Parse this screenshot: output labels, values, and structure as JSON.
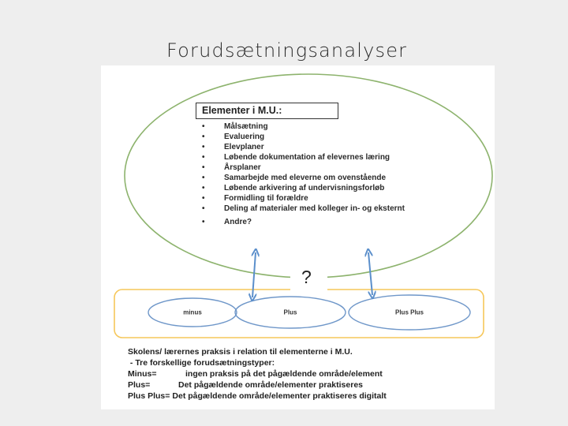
{
  "slide": {
    "title": "Forudsætningsanalyser"
  },
  "diagram": {
    "header": "Elementer i M.U.:",
    "elements": [
      "Målsætning",
      "Evaluering",
      "Elevplaner",
      "Løbende dokumentation af elevernes læring",
      "Årsplaner",
      "Samarbejde med eleverne om ovenstående",
      "Løbende arkivering af undervisningsforløb",
      "Formidling til forældre",
      "Deling af materialer med kolleger in- og eksternt",
      "Andre?"
    ],
    "bullet": "•",
    "question_mark": "?",
    "ovals": [
      {
        "label": "minus"
      },
      {
        "label": "Plus"
      },
      {
        "label": "Plus Plus"
      }
    ],
    "colors": {
      "big_ellipse": "#8db36d",
      "box": "#f6c75a",
      "ovals": "#6f97c9",
      "arrows": "#5b8fcb"
    }
  },
  "caption": {
    "line1": "Skolens/ lærernes praksis i relation til elementerne i M.U.",
    "line2": " - Tre forskellige forudsætningstyper:",
    "definitions": [
      {
        "key": "Minus=",
        "text": "ingen praksis på det pågældende område/element"
      },
      {
        "key": "Plus=",
        "text": "Det pågældende område/elementer praktiseres"
      },
      {
        "key": "Plus Plus=",
        "text": "Det pågældende område/elementer praktiseres digitalt"
      }
    ]
  }
}
